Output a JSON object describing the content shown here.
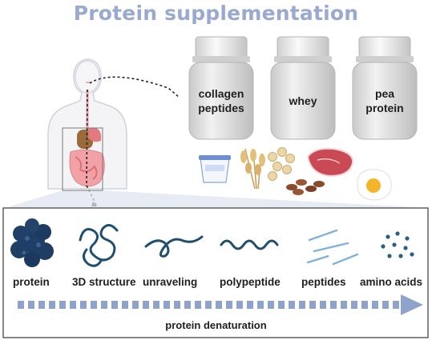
{
  "title": "Protein supplementation",
  "supplements": {
    "collagen": {
      "line1": "collagen",
      "line2": "peptides"
    },
    "whey": {
      "line1": "whey"
    },
    "pea": {
      "line1": "pea",
      "line2": "protein"
    }
  },
  "stages": [
    "protein",
    "3D structure",
    "unraveling",
    "polypeptide",
    "peptides",
    "amino acids"
  ],
  "process_label": "protein denaturation",
  "colors": {
    "title": "#9aa9cf",
    "structure": "#1f4e6e",
    "arrow": "#8ea2cc",
    "box_border": "#555555",
    "bottle": "#dcdcdc"
  }
}
